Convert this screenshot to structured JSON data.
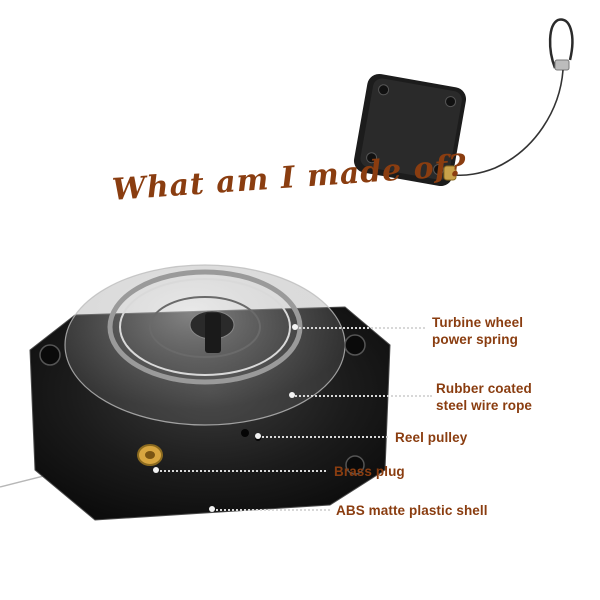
{
  "title": "What am I made of?",
  "labels": [
    {
      "line1": "Turbine wheel",
      "line2": "power spring"
    },
    {
      "line1": "Rubber coated",
      "line2": "steel wire rope"
    },
    {
      "line1": "Reel pulley"
    },
    {
      "line1": "Brass plug"
    },
    {
      "line1": "ABS matte plastic shell"
    }
  ],
  "colors": {
    "label_text": "#8a3d10",
    "title_text": "#8a3d10",
    "body_plastic": "#1a1a1a"
  }
}
